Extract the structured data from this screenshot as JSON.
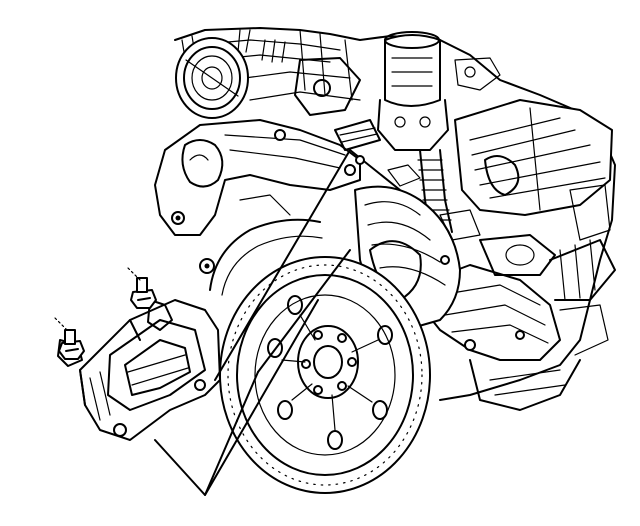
{
  "diagram": {
    "subject": "engine-flywheel-and-bracket-line-drawing",
    "ink_color": "#000000",
    "paper_color": "#ffffff",
    "callouts": [
      {
        "id": "bolt-1-pointer"
      },
      {
        "id": "bolt-2-pointer"
      },
      {
        "id": "bracket-to-flywheel-leader"
      }
    ]
  }
}
